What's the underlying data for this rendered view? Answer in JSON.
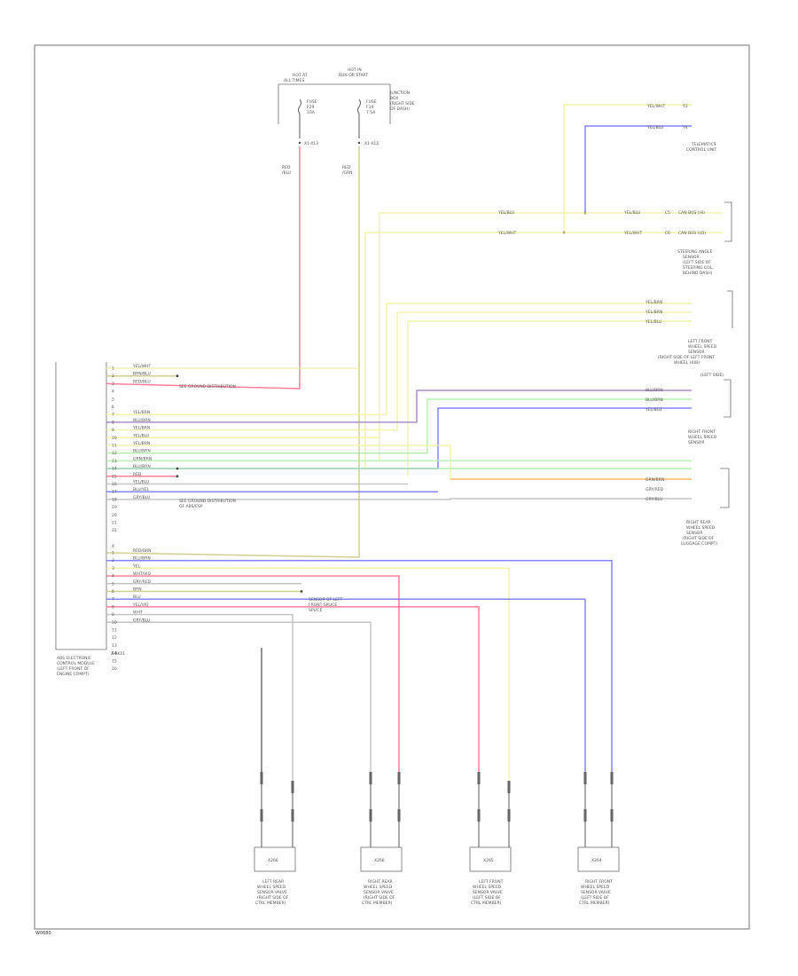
{
  "diagram": {
    "footer_code": "W0680",
    "fuses": {
      "box_title": [
        "HOT AT",
        "ALL TIMES",
        "HOT IN",
        "RUN OR START"
      ],
      "f1": [
        "FUSE",
        "F29",
        "10A"
      ],
      "f2": [
        "FUSE",
        "F19",
        "7.5A"
      ],
      "side_note": [
        "JUNCTION",
        "BOX",
        "(RIGHT SIDE",
        "OF DASH)"
      ],
      "conn_1": "X1-X13",
      "conn_2": "X1-X12",
      "wire_1": [
        "RED",
        "/BLU"
      ],
      "wire_2": [
        "RED",
        "/GRN"
      ]
    },
    "ecu": {
      "label": [
        "ABS ELECTRONIC",
        "CONTROL MODULE",
        "(LEFT FRONT OF",
        "ENGINE COMPT)"
      ],
      "conn_top": "X",
      "conn_bottom": "X-BK01",
      "pins_a": [
        "1",
        "2",
        "3",
        "4",
        "5",
        "6",
        "7",
        "8",
        "9",
        "10",
        "11",
        "12",
        "13",
        "14",
        "15",
        "16",
        "17",
        "18",
        "19",
        "20",
        "21",
        "22"
      ],
      "pins_b": [
        "1",
        "2",
        "3",
        "4",
        "5",
        "6",
        "7",
        "8",
        "9",
        "10",
        "11",
        "12",
        "13",
        "14",
        "15",
        "16"
      ],
      "wires_a": [
        "YEL/WHT",
        "BRN/BLU",
        "RED/BLU",
        "",
        "",
        "",
        "YEL/BRN",
        "BLU/BRN",
        "YEL/BRN",
        "YEL/BLU",
        "YEL/BRN",
        "BLU/BRN",
        "GRN/BRN",
        "BLU/BRN",
        "RED",
        "YEL/BLU",
        "BLU/YEL",
        "GRY/BLU"
      ],
      "wires_b": [
        "RED/BRN",
        "BLU/BRN",
        "YEL",
        "WHT/VIO",
        "GRY/RED",
        "BRN",
        "BLU",
        "YEL/VIO",
        "WHT",
        "GRY/BLU"
      ],
      "note_ground_1": "SEE GROUND DISTRIBUTION",
      "note_ground_2": [
        "SEE GROUND DISTRIBUTION",
        "OF ABS/ESP"
      ],
      "note_mid": [
        "SENSOR OF LEFT",
        "FRONT SPLICE",
        "SPLICE"
      ]
    },
    "right": {
      "tel_wires": [
        "YEL/WHT",
        "YEL/BLU"
      ],
      "tel_pins": [
        "Y3",
        "Y4"
      ],
      "tel_label": [
        "TELEMATICS",
        "CONTROL UNIT"
      ],
      "canbus_wires_left": [
        "YEL/BLU",
        "YEL/WHT"
      ],
      "canbus_wires_right": [
        "YEL/BLU",
        "YEL/WHT"
      ],
      "canbus_pins": [
        "C5",
        "C6"
      ],
      "canbus_pin_labels": [
        "CAN BUS (HI)",
        "CAN BUS (LO)"
      ],
      "canbus_label": [
        "STEERING ANGLE",
        "SENSOR",
        "(LEFT SIDE OF",
        "STEERING COL.",
        "BEHIND DASH)"
      ],
      "lfs_wires": [
        "YEL/BRN",
        "YEL/BRN",
        "YEL/BLU"
      ],
      "lfs_label": [
        "LEFT FRONT",
        "WHEEL SPEED",
        "SENSOR",
        "(RIGHT SIDE OF LEFT FRONT",
        "WHEEL HUB)",
        "(LEFT SIDE)"
      ],
      "rfs_wires": [
        "BLU/BRN",
        "BLU/BRN",
        "YEL/BLU"
      ],
      "rfs_label": [
        "RIGHT FRONT",
        "WHEEL SPEED",
        "SENSOR"
      ],
      "rrs_wires": [
        "GRN/BRN",
        "GRY/RED",
        "GRY/BLU"
      ],
      "rrs_label": [
        "RIGHT REAR",
        "WHEEL SPEED",
        "SENSOR",
        "(RIGHT SIDE OF",
        "LUGGAGE COMPT)"
      ]
    },
    "valves": [
      {
        "box": "X266",
        "label": [
          "LEFT REAR",
          "WHEEL SPEED",
          "SENSOR VALVE",
          "(RIGHT SIDE OF",
          "CTRL MEMBER)"
        ]
      },
      {
        "box": "X266",
        "label": [
          "RIGHT REAR",
          "WHEEL SPEED",
          "SENSOR VALVE",
          "(RIGHT SIDE OF",
          "CTRL MEMBER)"
        ]
      },
      {
        "box": "X265",
        "label": [
          "LEFT FRONT",
          "WHEEL SPEED",
          "SENSOR VALVE",
          "(LEFT SIDE OF",
          "CTRL MEMBER)"
        ]
      },
      {
        "box": "X264",
        "label": [
          "RIGHT FRONT",
          "WHEEL SPEED",
          "SENSOR VALVE",
          "(LEFT SIDE OF",
          "CTRL MEMBER)"
        ]
      }
    ],
    "colors": {
      "red": "#ff6a8c",
      "yellow": "#f2f2a0",
      "blue": "#7070ff",
      "green": "#a8f0a0",
      "orange": "#ffb070",
      "grey": "#bbbbbb",
      "purple": "#a07ac0",
      "olive": "#c8c880",
      "black": "#555555"
    }
  }
}
